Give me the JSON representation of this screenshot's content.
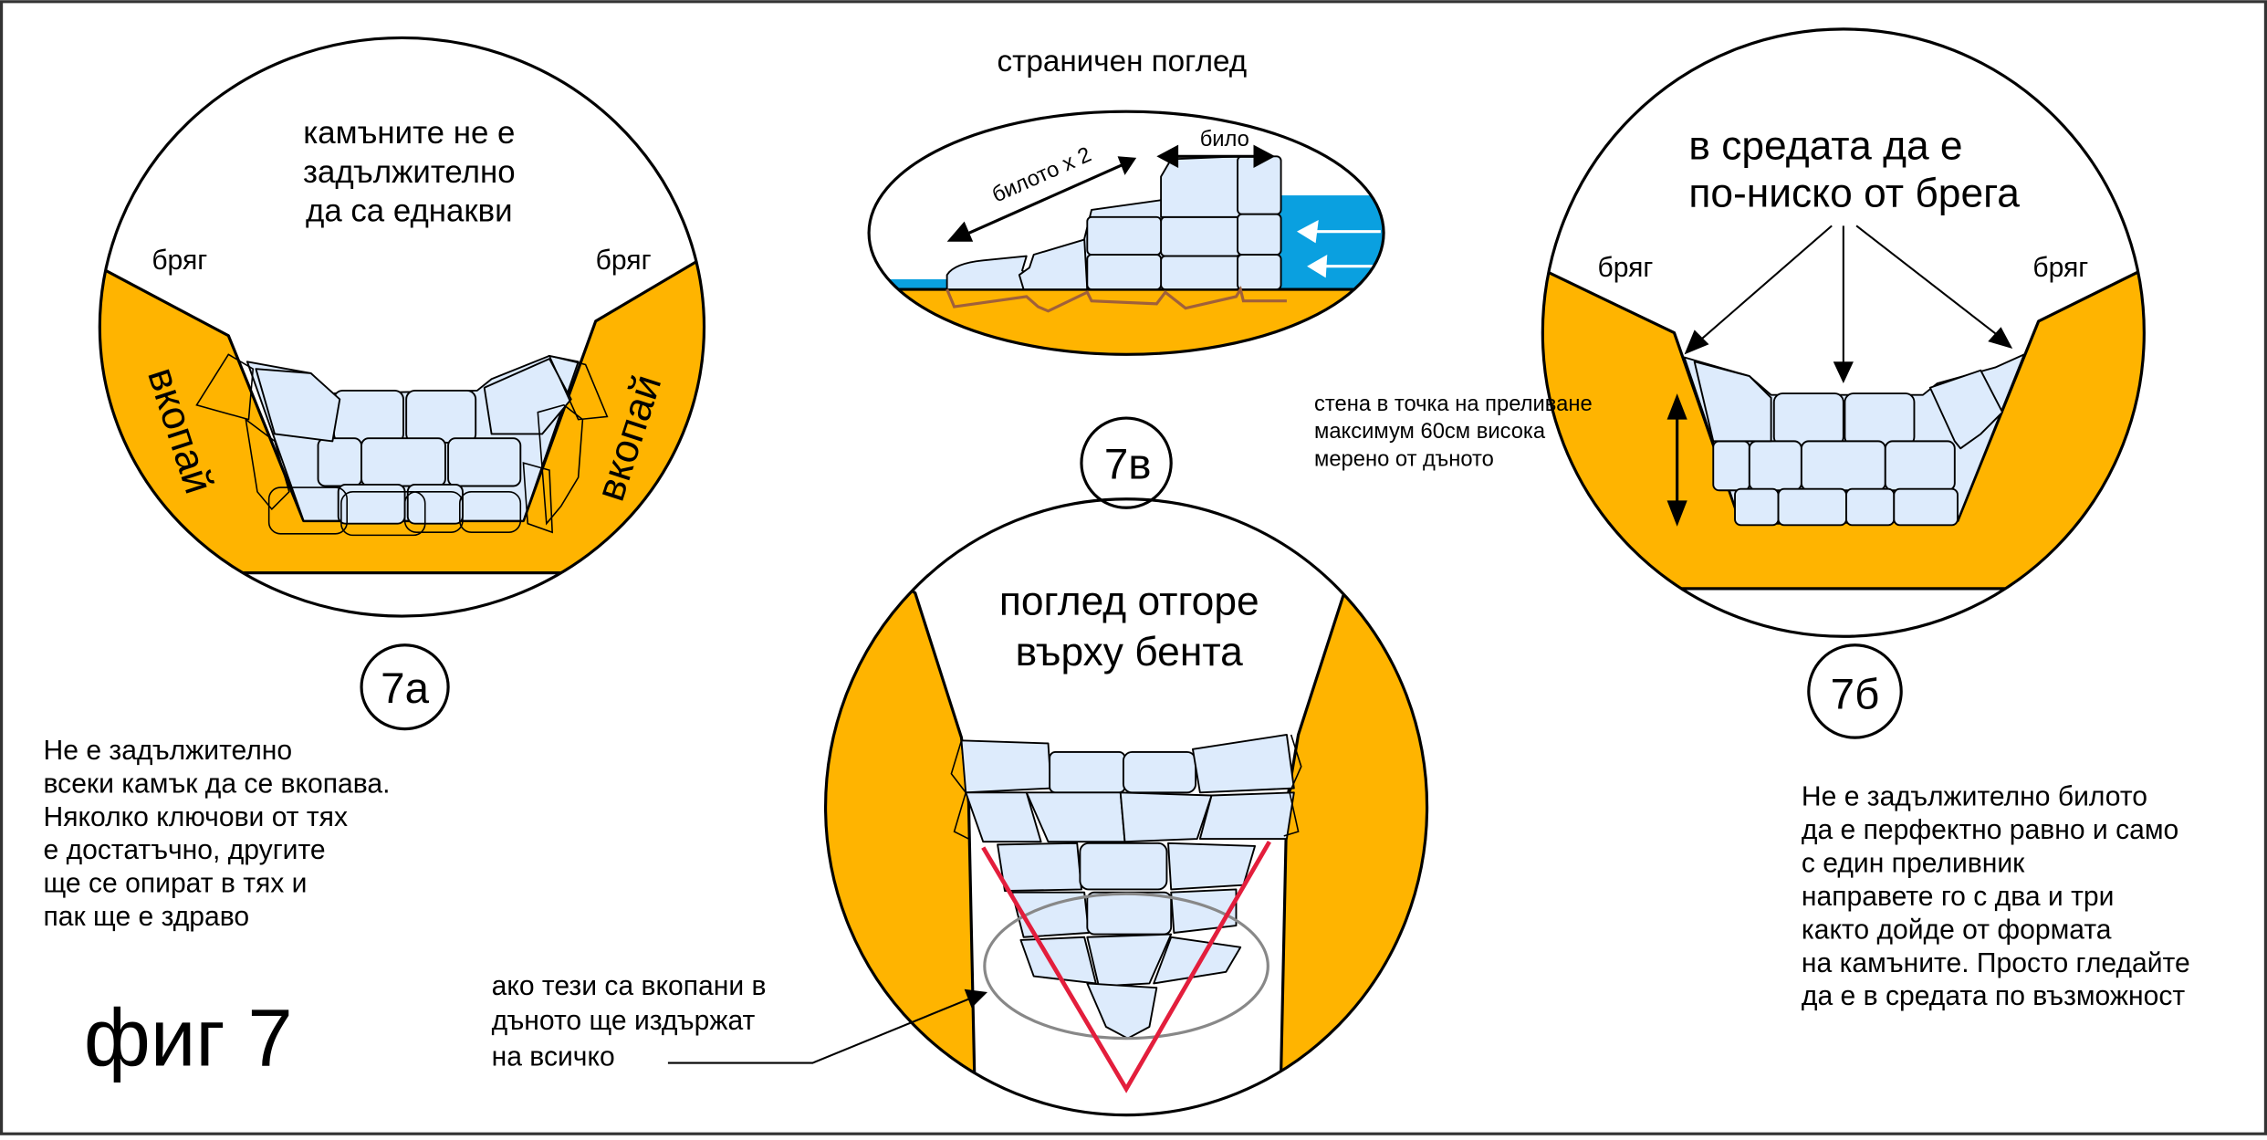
{
  "figure": {
    "title": "фиг 7"
  },
  "panel_7a": {
    "badge": "7а",
    "heading_lines": [
      "камъните не е",
      "задължително",
      "да са еднакви"
    ],
    "bank_left": "бряг",
    "bank_right": "бряг",
    "dig_left": "вкопай",
    "dig_right": "вкопай",
    "note_lines": [
      "Не е задължително",
      "всеки камък да се вкопава.",
      "Няколко ключови от тях",
      "е достатъчно, другите",
      "ще се опират в тях и",
      "пак ще е здраво"
    ]
  },
  "panel_side": {
    "title": "страничен поглед",
    "crest_label": "било",
    "crest_x2_label": "билото х 2"
  },
  "panel_7b": {
    "badge": "7б",
    "heading_lines": [
      "в средата да е",
      "по-ниско от брега"
    ],
    "bank_left": "бряг",
    "bank_right": "бряг",
    "wall_note_lines": [
      "стена в точка на преливане",
      "максимум 60см висока",
      "мерено от дъното"
    ],
    "note_lines": [
      "Не е задължително билото",
      "да е перфектно равно и само",
      "с един преливник",
      "направете го с два и три",
      "както дойде от формата",
      "на камъните. Просто гледайте",
      "да е в средата по възможност"
    ]
  },
  "panel_7v": {
    "badge": "7в",
    "heading_lines": [
      "поглед отгоре",
      "върху бента"
    ],
    "note_lines": [
      "ако тези са вкопани в",
      "дъното ще издържат",
      "на всичко"
    ]
  },
  "colors": {
    "ground": "#FFB400",
    "stone": "#DDEBFC",
    "water": "#0AA0E0",
    "accent_red": "#E31E3C"
  }
}
